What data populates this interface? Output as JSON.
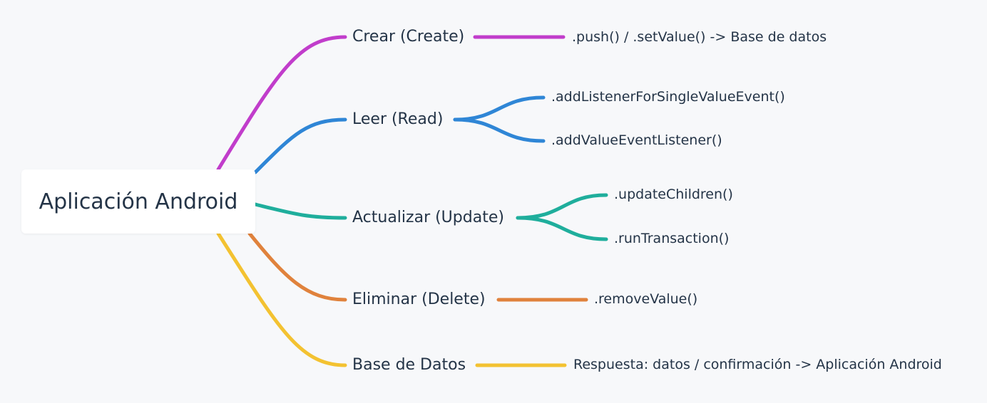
{
  "root": {
    "label": "Aplicación Android"
  },
  "colors": {
    "create": "#c13dcb",
    "read": "#2f86d6",
    "update": "#1fae9c",
    "delete": "#e0823c",
    "database": "#f3c231"
  },
  "branches": [
    {
      "label": "Crear (Create)",
      "color_key": "create",
      "children": [
        ".push() / .setValue() -> Base de datos"
      ]
    },
    {
      "label": "Leer (Read)",
      "color_key": "read",
      "children": [
        ".addListenerForSingleValueEvent()",
        ".addValueEventListener()"
      ]
    },
    {
      "label": "Actualizar (Update)",
      "color_key": "update",
      "children": [
        ".updateChildren()",
        ".runTransaction()"
      ]
    },
    {
      "label": "Eliminar (Delete)",
      "color_key": "delete",
      "children": [
        ".removeValue()"
      ]
    },
    {
      "label": "Base de Datos",
      "color_key": "database",
      "children": [
        "Respuesta: datos / confirmación -> Aplicación Android"
      ]
    }
  ]
}
